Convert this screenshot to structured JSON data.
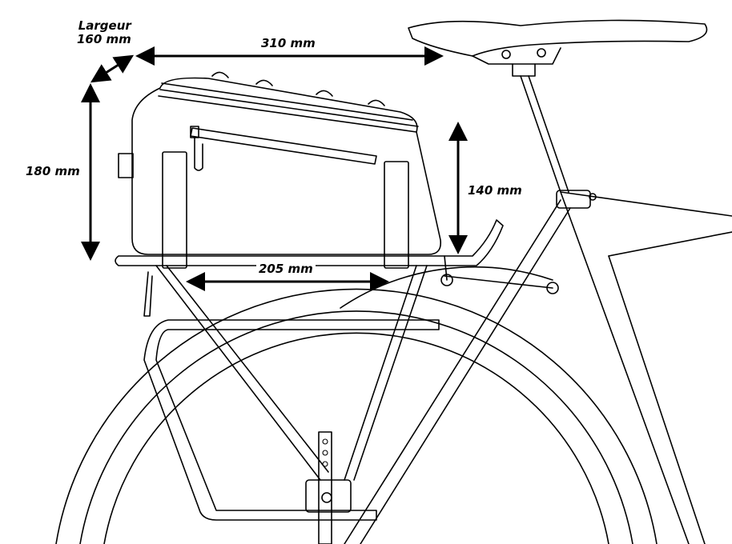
{
  "labels": {
    "width_title": "Largeur",
    "width_value": "160 mm",
    "length": "310 mm",
    "height": "180 mm",
    "front_height": "140 mm",
    "strap_spacing": "205 mm"
  }
}
